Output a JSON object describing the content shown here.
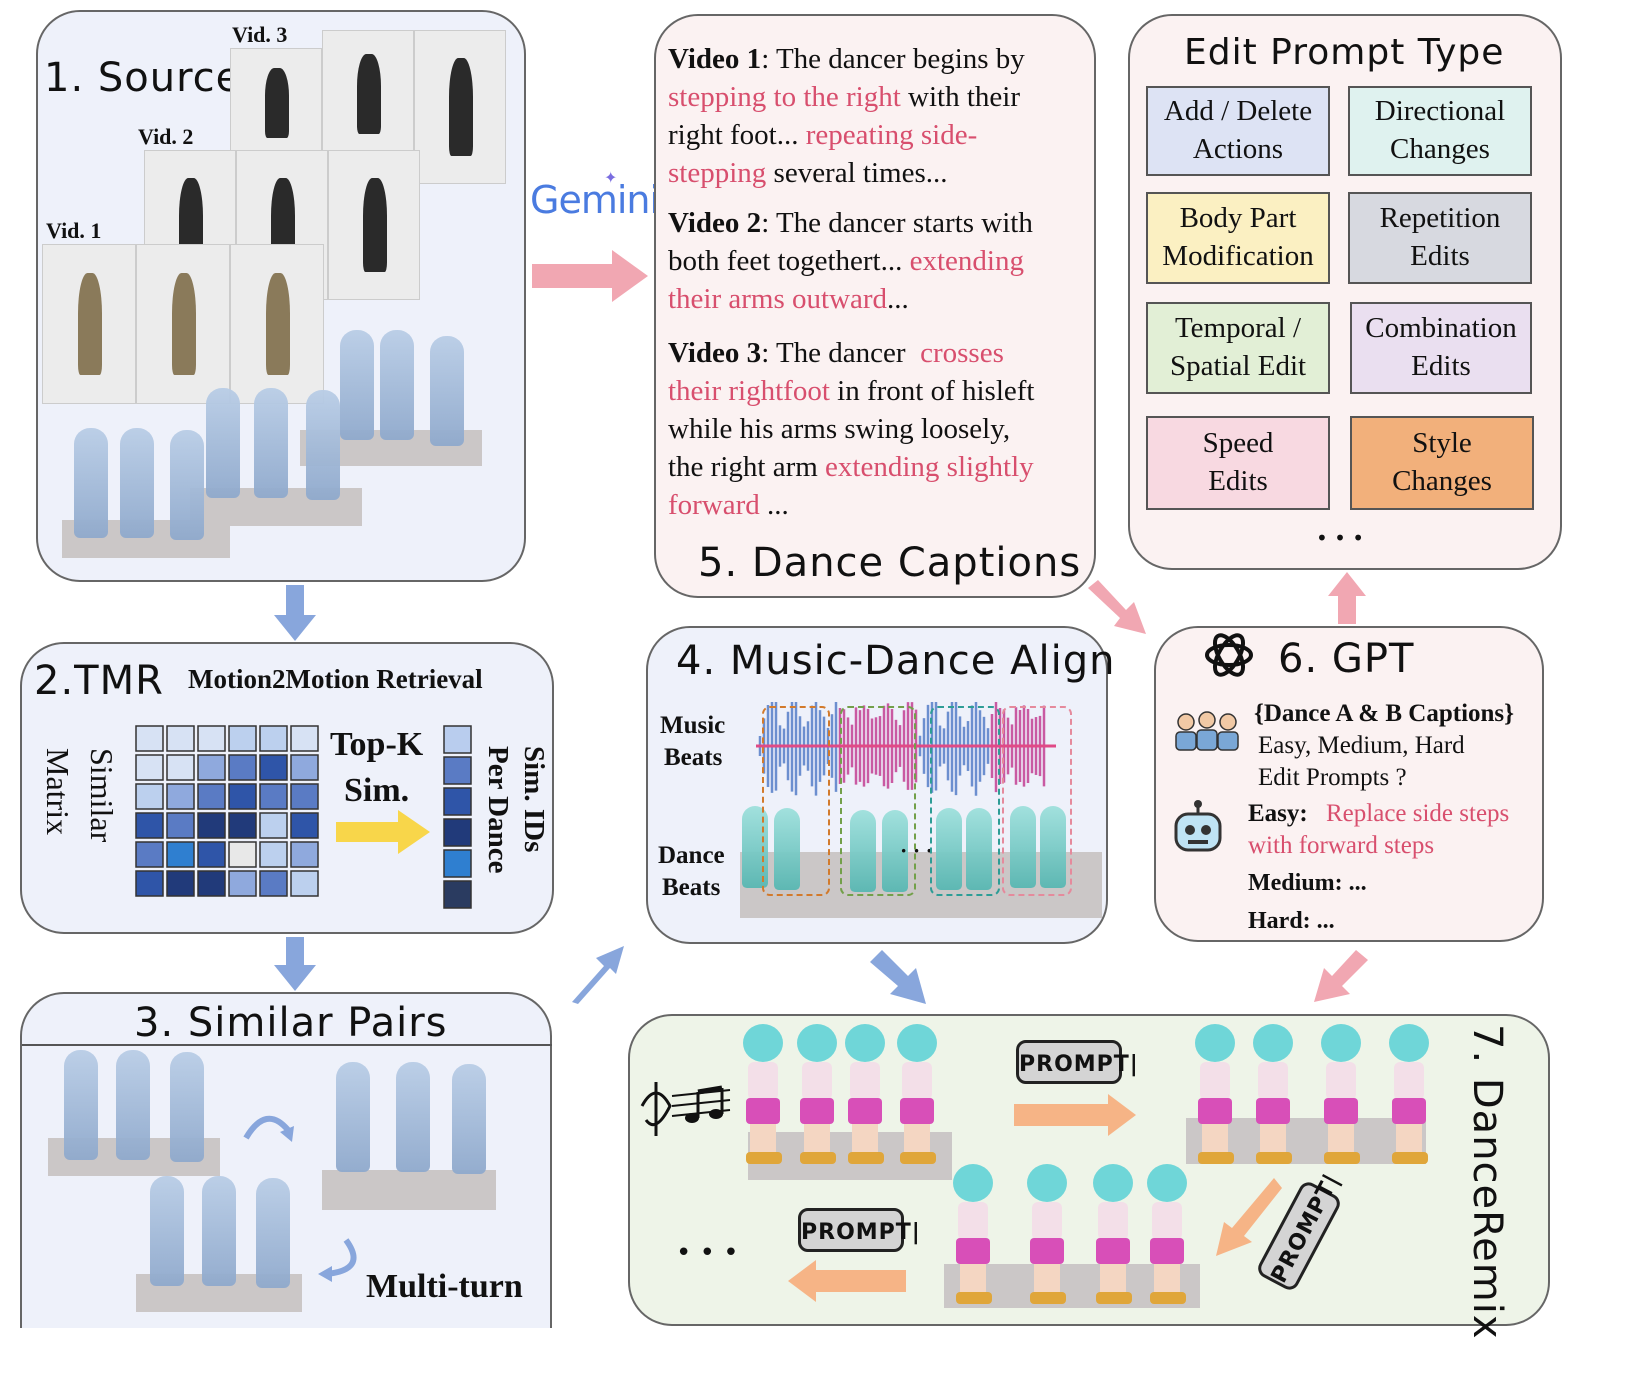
{
  "panel1": {
    "title": "1. Source",
    "vid1": "Vid. 1",
    "vid2": "Vid. 2",
    "vid3": "Vid. 3"
  },
  "panel2": {
    "title": "2.TMR",
    "subtitle": "Motion2Motion Retrieval",
    "matrix_label": "Similar Matrix",
    "topk_line1": "Top-K",
    "topk_line2": "Sim.",
    "ids_label": "Sim. IDs Per Dance"
  },
  "panel3": {
    "title": "3. Similar Pairs",
    "multiturn": "Multi-turn"
  },
  "panel4": {
    "title": "4. Music-Dance Align",
    "music_beats_1": "Music",
    "music_beats_2": "Beats",
    "dance_beats_1": "Dance",
    "dance_beats_2": "Beats",
    "dots": "· · ·"
  },
  "gemini": "Gemini",
  "panel5": {
    "title": "5. Dance Captions",
    "v1": {
      "label": "Video 1",
      "t1": ": The dancer begins by",
      "p1": "stepping to the right",
      "t2": " with their",
      "t3": "right foot... ",
      "p2": "repeating side-",
      "p3": "stepping",
      "t4": " several times..."
    },
    "v2": {
      "label": "Video 2",
      "t1": ": The dancer starts with",
      "t2": "both feet togethert... ",
      "p1": "extending",
      "p2": "their arms outward",
      "t3": "..."
    },
    "v3": {
      "label": "Video 3",
      "t1": ": The dancer  ",
      "p1": "crosses",
      "p2": "their rightfoot",
      "t2": " in front of hisleft",
      "t3": "while his arms swing loosely,",
      "t4": "the right arm ",
      "p3": "extending slightly",
      "p4": "forward",
      "t5": " ..."
    }
  },
  "edit_types": {
    "title": "Edit Prompt Type",
    "items": [
      {
        "l1": "Add / Delete",
        "l2": "Actions",
        "color": "#dde3f4"
      },
      {
        "l1": "Directional",
        "l2": "Changes",
        "color": "#dff2ef"
      },
      {
        "l1": "Body Part",
        "l2": "Modification",
        "color": "#fbf0c2"
      },
      {
        "l1": "Repetition",
        "l2": "Edits",
        "color": "#d7d9e0"
      },
      {
        "l1": "Temporal /",
        "l2": "Spatial Edit",
        "color": "#e2efd6"
      },
      {
        "l1": "Combination",
        "l2": "Edits",
        "color": "#eadff0"
      },
      {
        "l1": "Speed",
        "l2": "Edits",
        "color": "#f8d9e1"
      },
      {
        "l1": "Style",
        "l2": "Changes",
        "color": "#f2b07b"
      }
    ],
    "dots": "• • •"
  },
  "panel6": {
    "title": "6. GPT",
    "captions": "{Dance A & B Captions}",
    "levels": "Easy, Medium, Hard",
    "edit_prompts": "Edit Prompts ?",
    "easy_label": "Easy:",
    "easy_text_1": "Replace side steps",
    "easy_text_2": "with forward steps",
    "medium": "Medium: ...",
    "hard": "Hard: ..."
  },
  "panel7": {
    "title": "7. DanceRemix",
    "prompt": "PROMPT|",
    "dots": "• • •"
  },
  "colors": {
    "pink_text": "#d84f6e",
    "blue_arrow": "#88a6dc",
    "pink_arrow": "#f1a7b2",
    "orange_arrow": "#f6b486",
    "yellow_arrow": "#f8d64a"
  }
}
